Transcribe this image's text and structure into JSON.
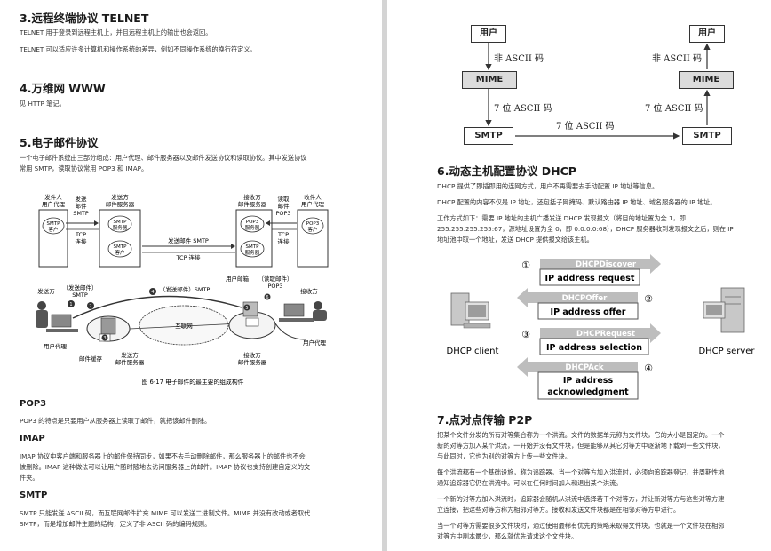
{
  "left": {
    "telnet": {
      "heading": "3.远程终端协议 TELNET",
      "p1": "TELNET 用于登录到远程主机上，并且远程主机上的输出也会返回。",
      "p2": "TELNET 可以适应许多计算机和操作系统的差异，例如不同操作系统的换行符定义。"
    },
    "www": {
      "heading": "4.万维网 WWW",
      "p1": "见 HTTP 笔记。"
    },
    "email": {
      "heading": "5.电子邮件协议",
      "p1a": "一个电子邮件系统由三部分组成：用户代理、邮件服务器以及邮件发送协议和读取协议。其中发送协议",
      "p1b": "常用 SMTP，读取协议常用 POP3 和 IMAP。"
    },
    "figure": {
      "sender_agent": [
        "发件人",
        "用户代理"
      ],
      "send_label": [
        "发送",
        "邮件",
        "SMTP"
      ],
      "tcp_label": [
        "TCP",
        "连接"
      ],
      "sender_server": [
        "发送方",
        "邮件服务器"
      ],
      "smtp_client": [
        "SMTP",
        "客户"
      ],
      "smtp_server": [
        "SMTP",
        "服务器"
      ],
      "mid_send": "发送邮件 SMTP",
      "mid_tcp": "TCP 连接",
      "receiver_server": [
        "接收方",
        "邮件服务器"
      ],
      "pop3_server": [
        "POP3",
        "服务器"
      ],
      "read_label": [
        "读取",
        "邮件",
        "POP3"
      ],
      "receiver_agent": [
        "收件人",
        "用户代理"
      ],
      "pop3_client": [
        "POP3",
        "客户"
      ],
      "scene_sender": "发送方",
      "scene_send_smtp": [
        "（发送邮件）",
        "SMTP"
      ],
      "scene_mid": "（发送邮件）SMTP",
      "scene_mailbox": "用户邮箱",
      "scene_read": [
        "（读取邮件）",
        "POP3"
      ],
      "scene_receiver": "接收方",
      "internet": "互联网",
      "user_agent_l": "用户代理",
      "mail_cache": "邮件缓存",
      "sender_mail_server": [
        "发送方",
        "邮件服务器"
      ],
      "receiver_mail_server": [
        "接收方",
        "邮件服务器"
      ],
      "user_agent_r": "用户代理",
      "caption": "图 6-17    电子邮件的最主要的组成构件",
      "n1": "1",
      "n2": "2",
      "n3": "3",
      "n4": "4",
      "n5": "5",
      "n6": "6"
    },
    "pop3": {
      "heading": "POP3",
      "p1": "POP3 的特点是只要用户从服务器上读取了邮件，就把该邮件删除。"
    },
    "imap": {
      "heading": "IMAP",
      "p1a": "IMAP 协议中客户端和服务器上的邮件保持同步，如果不去手动删除邮件，那么服务器上的邮件也不会",
      "p1b": "被删除。IMAP 这种做法可以让用户随时随地去访问服务器上的邮件。IMAP 协议也支持创建自定义的文",
      "p1c": "件夹。"
    },
    "smtp": {
      "heading": "SMTP",
      "p1a": "SMTP 只能发送 ASCII 码，而互联网邮件扩充 MIME 可以发送二进制文件。MIME 并没有改动或者取代",
      "p1b": "SMTP，而是增加邮件主题的结构，定义了非 ASCII 码的编码规则。"
    }
  },
  "right": {
    "mime_figure": {
      "user": "用户",
      "non_ascii": "非 ASCII 码",
      "mime": "MIME",
      "ascii7": "7 位 ASCII 码",
      "smtp": "SMTP"
    },
    "dhcp": {
      "heading": "6.动态主机配置协议 DHCP",
      "p1": "DHCP 提供了即插即用的连网方式，用户不再需要去手动配置 IP 地址等信息。",
      "p2": "DHCP 配置的内容不仅是 IP 地址，还包括子网掩码、默认路由器 IP 地址、域名服务器的 IP 地址。",
      "p3a": "工作方式如下：需要 IP 地址的主机广播发送 DHCP 发现报文（将目的地址置为全 1，即",
      "p3b": "255.255.255.255:67，源地址设置为全 0，即 0.0.0.0:68），DHCP 服务器收到发现报文之后，则在 IP",
      "p3c": "地址池中取一个地址，发送 DHCP 提供报文给该主机。"
    },
    "dhcp_figure": {
      "client": "DHCP client",
      "server": "DHCP server",
      "steps": [
        {
          "num": "①",
          "tag": "DHCPDiscover",
          "label": [
            "IP address request"
          ]
        },
        {
          "num": "②",
          "tag": "DHCPOffer",
          "label": [
            "IP address offer"
          ]
        },
        {
          "num": "③",
          "tag": "DHCPRequest",
          "label": [
            "IP address selection"
          ]
        },
        {
          "num": "④",
          "tag": "DHCPAck",
          "label": [
            "IP address",
            "acknowledgment"
          ]
        }
      ]
    },
    "p2p": {
      "heading": "7.点对点传输 P2P",
      "p1a": "把某个文件分发的所有对等集合称为一个洪流。文件的数据单元称为文件块，它的大小是固定的。一个",
      "p1b": "新的对等方加入某个洪流，一开始并没有文件块，但是能够从其它对等方中逐渐地下载到一些文件块，",
      "p1c": "与此同时，它也为别的对等方上传一些文件块。",
      "p2a": "每个洪流都有一个基础设施，称为追踪器。当一个对等方加入洪流时，必须向追踪器登记，并周期性地",
      "p2b": "通知追踪器它仍在洪流中。可以在任何时间加入和退出某个洪流。",
      "p3a": "一个新的对等方加入洪流时，追踪器会随机从洪流中选择若干个对等方，并让新对等方与这些对等方建",
      "p3b": "立连接，把这些对等方称为相邻对等方。接收和发送文件块都是在相邻对等方中进行。",
      "p4a": "当一个对等方需要很多文件块时，通过使用最稀有优先的策略来取得文件块，也就是一个文件块在相邻",
      "p4b": "对等方中副本最少，那么就优先请求这个文件块。"
    }
  }
}
